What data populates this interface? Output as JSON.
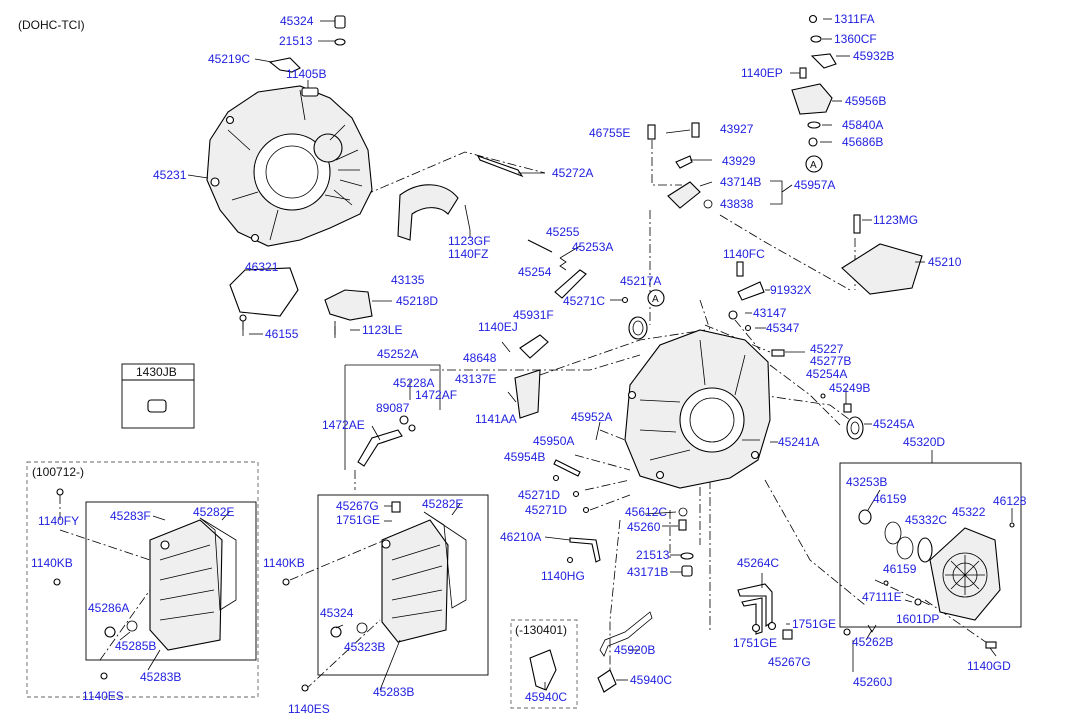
{
  "diagram": {
    "variant": "(DOHC-TCI)",
    "circle_ref": "A",
    "boxes": {
      "variant_box_1": "(100712-)",
      "variant_box_2": "(-130401)",
      "part_box_1430": "1430JB"
    },
    "labels": [
      "45324",
      "21513",
      "45219C",
      "11405B",
      "45231",
      "45272A",
      "1123GF",
      "1140FZ",
      "43135",
      "46321",
      "45218D",
      "1123LE",
      "46155",
      "45252A",
      "45228A",
      "89087",
      "1472AF",
      "1472AE",
      "45255",
      "45253A",
      "45254",
      "45217A",
      "45271C",
      "45931F",
      "1140EJ",
      "48648",
      "43137E",
      "1141AA",
      "45952A",
      "45950A",
      "45954B",
      "45271D",
      "45271D",
      "46210A",
      "1140HG",
      "45612C",
      "45260",
      "21513",
      "43171B",
      "46755E",
      "43927",
      "43929",
      "43714B",
      "43838",
      "45957A",
      "1311FA",
      "1360CF",
      "1140EP",
      "45932B",
      "45956B",
      "45840A",
      "45686B",
      "1123MG",
      "45210",
      "1140FC",
      "91932X",
      "43147",
      "45347",
      "45227",
      "45277B",
      "45254A",
      "45249B",
      "45245A",
      "45241A",
      "45320D",
      "43253B",
      "46159",
      "45332C",
      "45322",
      "46128",
      "46159",
      "47111E",
      "1601DP",
      "1140GD",
      "45262B",
      "45260J",
      "45264C",
      "1751GE",
      "1751GE",
      "45267G",
      "45920B",
      "45940C",
      "45940C",
      "1140FY",
      "45283F",
      "45282E",
      "1140KB",
      "45286A",
      "45285B",
      "45283B",
      "1140ES",
      "45267G",
      "1751GE",
      "45282E",
      "1140KB",
      "45324",
      "45323B",
      "45283B",
      "1140ES"
    ]
  }
}
